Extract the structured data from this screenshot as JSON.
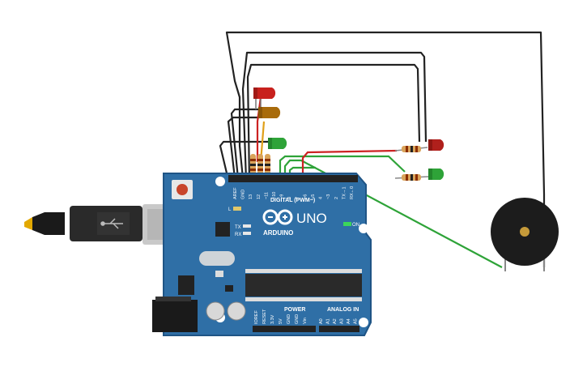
{
  "board": {
    "brand_uno": "UNO",
    "brand_name": "ARDUINO",
    "digital_label": "DIGITAL (PWM~)",
    "power_label": "POWER",
    "analog_label": "ANALOG IN",
    "on_label": "ON",
    "l_label": "L",
    "tx_label": "TX",
    "rx_label": "RX",
    "header_top_pins": [
      "AREF",
      "GND",
      "13",
      "12",
      "~11",
      "~10",
      "~9",
      "8",
      "7",
      "~6",
      "~5",
      "4",
      "~3",
      "2",
      "TX→1",
      "RX←0"
    ],
    "header_power_pins": [
      "IOREF",
      "RESET",
      "3.3V",
      "5V",
      "GND",
      "GND",
      "Vin"
    ],
    "header_analog_pins": [
      "A0",
      "A1",
      "A2",
      "A3",
      "A4",
      "A5"
    ],
    "color_board": "#2f6fa6",
    "color_edge": "#1f5485"
  },
  "components": {
    "leds_left": [
      "red-led",
      "yellow-led",
      "green-led"
    ],
    "leds_right": [
      "red-led",
      "green-led"
    ],
    "led_colors": {
      "red": "#c8211d",
      "yellow": "#a86b0b",
      "green": "#2ea338"
    },
    "buzzer_color": "#1c1c1c",
    "usb_icon": "usb-icon"
  }
}
